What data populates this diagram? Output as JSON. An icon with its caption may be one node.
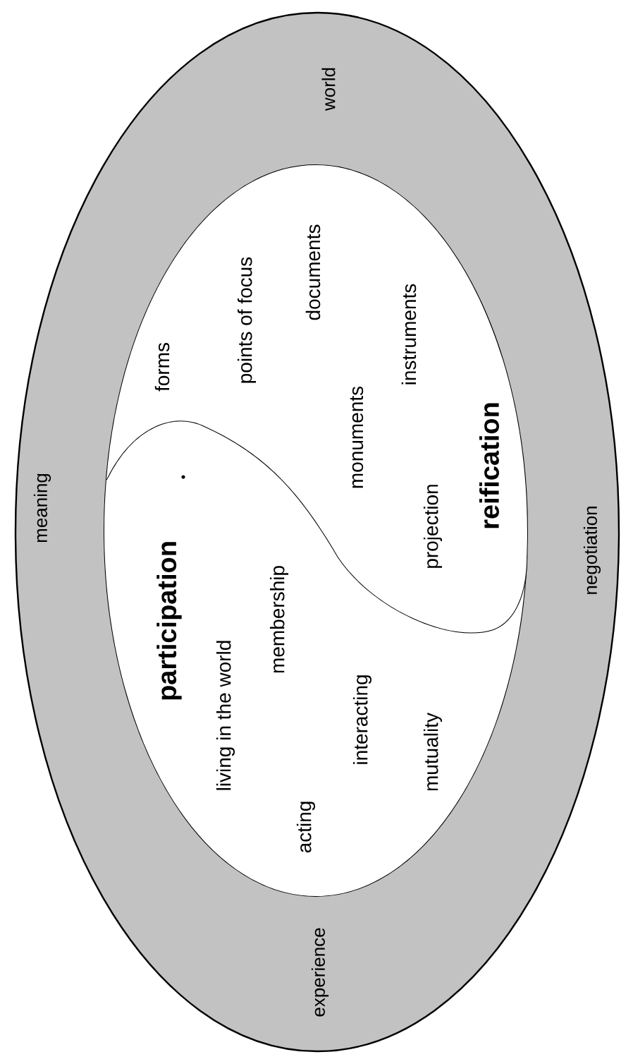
{
  "diagram": {
    "nodes": [
      {
        "text": [
          "meaning",
          "world",
          "experience",
          "negotiation"
        ]
      },
      {
        "text": [
          "participation",
          "living in the world",
          "membership",
          "acting",
          "interacting",
          "mutuality"
        ],
        "in": 0
      },
      {
        "text": [
          "reification",
          "forms",
          "points of focus",
          "documents",
          "monuments",
          "instruments",
          "projection"
        ],
        "in": 0
      }
    ]
  }
}
